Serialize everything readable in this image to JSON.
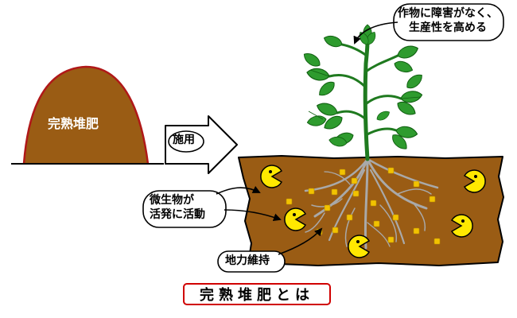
{
  "labels": {
    "mound": "完熟堆肥",
    "apply": "施用",
    "plant_line1": "作物に障害がなく、",
    "plant_line2": "生産性を高める",
    "micro_line1": "微生物が",
    "micro_line2": "活発に活動",
    "fertility": "地力維持"
  },
  "title": "完熟堆肥とは",
  "colors": {
    "soil": "#9a5c14",
    "soil_edge": "#5a3408",
    "mound_outline": "#b01818",
    "leaf": "#2e9b2e",
    "leaf_dark": "#115f11",
    "stem": "#1f7a1f",
    "root": "#a9a9a9",
    "granule": "#f2c200",
    "microbe": "#ffe800",
    "title_border": "#d00000"
  },
  "icons": [
    "compost-mound",
    "arrow-right-icon",
    "plant-icon",
    "microbe-icon",
    "roots-icon"
  ]
}
